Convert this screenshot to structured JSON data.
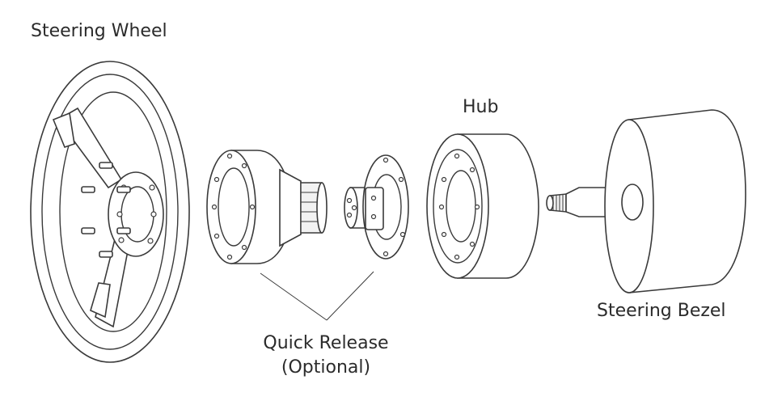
{
  "labels": {
    "steering_wheel": "Steering Wheel",
    "hub": "Hub",
    "quick_release_line1": "Quick Release",
    "quick_release_line2": "(Optional)",
    "steering_bezel": "Steering Bezel"
  },
  "colors": {
    "line": "#3a3a3a",
    "text": "#2b2b2b",
    "background": "#ffffff"
  }
}
